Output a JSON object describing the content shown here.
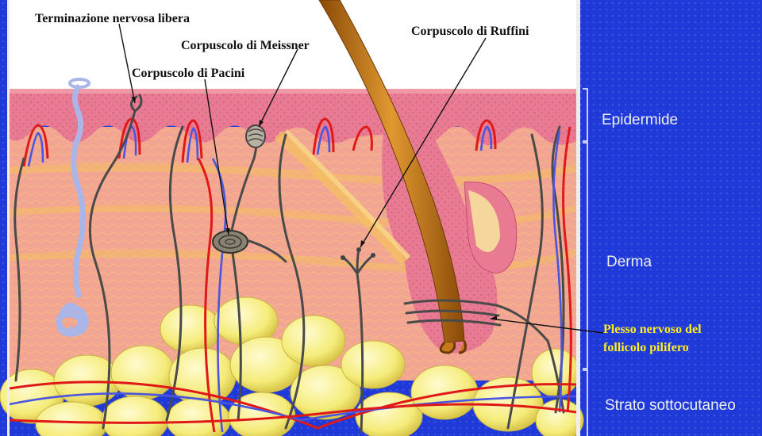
{
  "labels": {
    "free_nerve_ending": "Terminazione nervosa libera",
    "meissner": "Corpuscolo di Meissner",
    "pacini": "Corpuscolo di Pacini",
    "ruffini": "Corpuscolo di Ruffini",
    "epidermis": "Epidermide",
    "dermis": "Derma",
    "hair_plexus_line1": "Plesso nervoso del",
    "hair_plexus_line2": "follicolo pilifero",
    "subcutaneous": "Strato sottocutaneo"
  },
  "colors": {
    "background": "#1f3ad8",
    "epidermis": "#e87a92",
    "dermis": "#f2a592",
    "fat": "#f5ec7a",
    "hair": "#c87818",
    "artery": "#e01818",
    "vein": "#4a55e0",
    "nerve": "#4a4a4a",
    "plexus_label": "#ffee22"
  }
}
